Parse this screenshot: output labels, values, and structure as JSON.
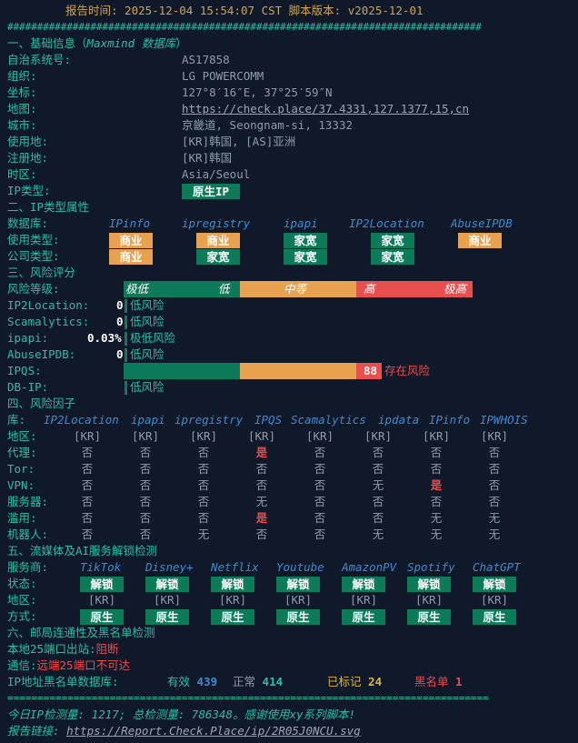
{
  "header": {
    "text": "报告时间: 2025-12-04 15:54:07 CST  脚本版本: v2025-12-01",
    "divider": "################################################################################"
  },
  "basic": {
    "title": "一、基础信息（Maxmind 数据库）",
    "title_prefix": "一、基础信息（",
    "title_italic": "Maxmind 数据库",
    "title_suffix": "）",
    "rows": [
      {
        "label": "自治系统号:",
        "value": "AS17858"
      },
      {
        "label": "组织:",
        "value": "LG POWERCOMM"
      },
      {
        "label": "坐标:",
        "value": "127°8′16″E, 37°25′59″N"
      },
      {
        "label": "地图:",
        "value": "https://check.place/37.4331,127.1377,15,cn"
      },
      {
        "label": "城市:",
        "value": "京畿道, Seongnam-si, 13332"
      },
      {
        "label": "使用地:",
        "value": "[KR]韩国, [AS]亚洲"
      },
      {
        "label": "注册地:",
        "value": "[KR]韩国"
      },
      {
        "label": "时区:",
        "value": "Asia/Seoul"
      },
      {
        "label": "IP类型:",
        "badge": "原生IP"
      }
    ]
  },
  "iptype": {
    "title": "二、IP类型属性",
    "db_label": "数据库:",
    "dbs": [
      "IPinfo",
      "ipregistry",
      "ipapi",
      "IP2Location",
      "AbuseIPDB"
    ],
    "usage_label": "使用类型:",
    "usage": [
      "商业",
      "商业",
      "家宽",
      "家宽",
      "商业"
    ],
    "company_label": "公司类型:",
    "company": [
      "商业",
      "家宽",
      "家宽",
      "家宽"
    ]
  },
  "risk": {
    "title": "三、风险评分",
    "level_label": "风险等级:",
    "levels": [
      "极低",
      "低",
      "中等",
      "高",
      "极高"
    ],
    "rows": [
      {
        "label": "IP2Location:",
        "score": "0",
        "text": "低风险"
      },
      {
        "label": "Scamalytics:",
        "score": "0",
        "text": "低风险"
      },
      {
        "label": "ipapi:",
        "score": "0.03%",
        "text": "极低风险"
      },
      {
        "label": "AbuseIPDB:",
        "score": "0",
        "text": "低风险"
      },
      {
        "label": "IPQS:",
        "score": "88",
        "text": "存在风险"
      },
      {
        "label": "DB-IP:",
        "score": "",
        "text": "低风险"
      }
    ]
  },
  "factors": {
    "title": "四、风险因子",
    "lib_label": "库:",
    "libs": [
      "IP2Location",
      "ipapi",
      "ipregistry",
      "IPQS",
      "Scamalytics",
      "ipdata",
      "IPinfo",
      "IPWHOIS"
    ],
    "rows": [
      {
        "label": "地区:",
        "values": [
          "[KR]",
          "[KR]",
          "[KR]",
          "[KR]",
          "[KR]",
          "[KR]",
          "[KR]",
          "[KR]"
        ]
      },
      {
        "label": "代理:",
        "values": [
          "否",
          "否",
          "否",
          "是",
          "否",
          "否",
          "否",
          "否"
        ]
      },
      {
        "label": "Tor:",
        "values": [
          "否",
          "否",
          "否",
          "否",
          "否",
          "否",
          "否",
          "否"
        ]
      },
      {
        "label": "VPN:",
        "values": [
          "否",
          "否",
          "否",
          "否",
          "否",
          "无",
          "是",
          "否"
        ]
      },
      {
        "label": "服务器:",
        "values": [
          "否",
          "否",
          "否",
          "无",
          "否",
          "否",
          "否",
          "否"
        ]
      },
      {
        "label": "滥用:",
        "values": [
          "否",
          "否",
          "否",
          "是",
          "否",
          "否",
          "无",
          "无"
        ]
      },
      {
        "label": "机器人:",
        "values": [
          "否",
          "否",
          "无",
          "否",
          "否",
          "无",
          "无",
          "无"
        ]
      }
    ]
  },
  "stream": {
    "title": "五、流媒体及AI服务解锁检测",
    "svc_label": "服务商:",
    "services": [
      "TikTok",
      "Disney+",
      "Netflix",
      "Youtube",
      "AmazonPV",
      "Spotify",
      "ChatGPT"
    ],
    "status_label": "状态:",
    "status": [
      "解锁",
      "解锁",
      "解锁",
      "解锁",
      "解锁",
      "解锁",
      "解锁"
    ],
    "region_label": "地区:",
    "regions": [
      "[KR]",
      "[KR]",
      "[KR]",
      "[KR]",
      "[KR]",
      "[KR]",
      "[KR]"
    ],
    "method_label": "方式:",
    "methods": [
      "原生",
      "原生",
      "原生",
      "原生",
      "原生",
      "原生",
      "原生"
    ]
  },
  "mail": {
    "title": "六、邮局连通性及黑名单检测",
    "port_label": "本地25端口出站:",
    "port_value": "阻断",
    "comm_label": "通信:",
    "comm_value": "远端25端口不可达",
    "bl_label": "IP地址黑名单数据库:",
    "valid_label": "有效",
    "valid": "439",
    "normal_label": "正常",
    "normal": "414",
    "marked_label": "已标记",
    "marked": "24",
    "black_label": "黑名单",
    "black": "1"
  },
  "footer": {
    "divider": "================================================================================",
    "stats": "今日IP检测量: 1217; 总检测量: 786348。感谢使用xy系列脚本!",
    "link_label": "报告链接:",
    "link": "https://Report.Check.Place/ip/2R05J0NCU.svg"
  },
  "colors": {
    "background": "#0f1929",
    "accent_green": "#2bbfa6",
    "badge_green": "#0d7a5a",
    "badge_orange": "#e8a14f",
    "danger_red": "#ef4a4a",
    "info_blue": "#3b8bd8"
  }
}
